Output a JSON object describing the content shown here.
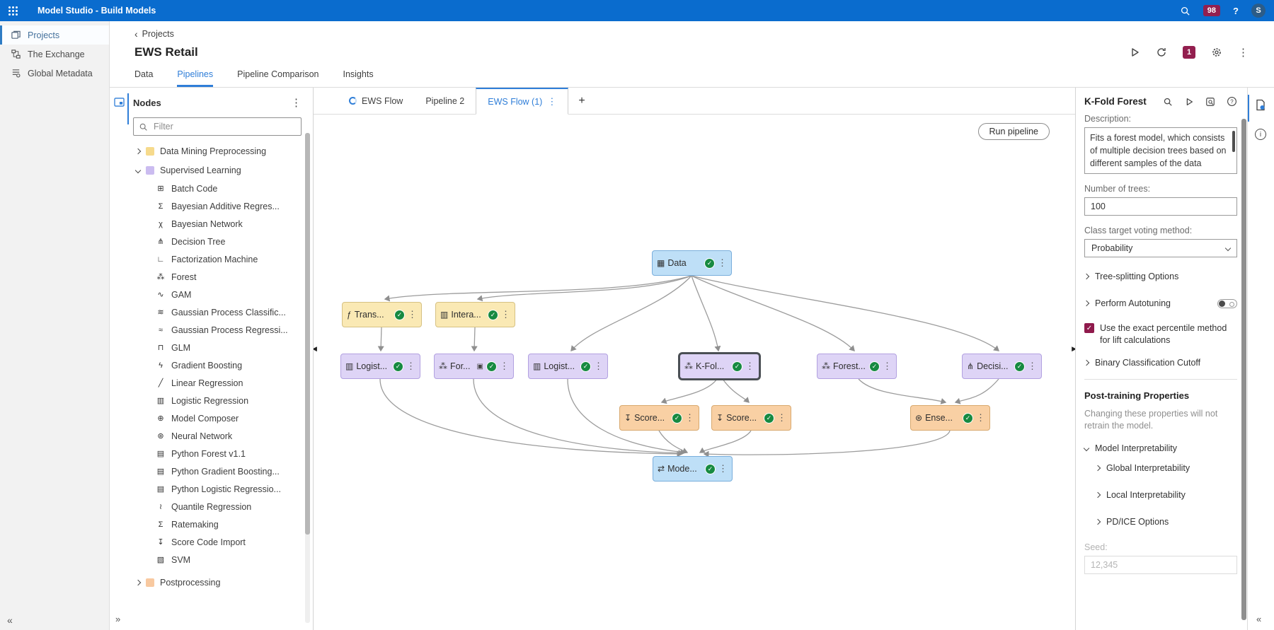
{
  "app_bar": {
    "title": "Model Studio - Build Models",
    "notification_count": "98",
    "avatar": "S"
  },
  "glyphs": {
    "check": "✓",
    "kebab": "⋮",
    "help": "?",
    "back": "‹",
    "collapse_left": "«",
    "expand_right": "»",
    "add": "+"
  },
  "left_nav": {
    "items": [
      {
        "label": "Projects"
      },
      {
        "label": "The Exchange"
      },
      {
        "label": "Global Metadata"
      }
    ]
  },
  "header": {
    "breadcrumb": "Projects",
    "title": "EWS Retail",
    "queue_badge": "1",
    "tabs": [
      "Data",
      "Pipelines",
      "Pipeline Comparison",
      "Insights"
    ]
  },
  "nodes_panel": {
    "title": "Nodes",
    "filter_placeholder": "Filter",
    "groups": [
      {
        "label": "Data Mining Preprocessing",
        "color": "#F6DA8C",
        "expanded": false
      },
      {
        "label": "Supervised Learning",
        "color": "#CBBCF0",
        "expanded": true,
        "items": [
          {
            "icon": "⊞",
            "label": "Batch Code"
          },
          {
            "icon": "Σ",
            "label": "Bayesian Additive Regres..."
          },
          {
            "icon": "χ",
            "label": "Bayesian Network"
          },
          {
            "icon": "⋔",
            "label": "Decision Tree"
          },
          {
            "icon": "∟",
            "label": "Factorization Machine"
          },
          {
            "icon": "⁂",
            "label": "Forest"
          },
          {
            "icon": "∿",
            "label": "GAM"
          },
          {
            "icon": "≋",
            "label": "Gaussian Process Classific..."
          },
          {
            "icon": "≈",
            "label": "Gaussian Process Regressi..."
          },
          {
            "icon": "⊓",
            "label": "GLM"
          },
          {
            "icon": "ϟ",
            "label": "Gradient Boosting"
          },
          {
            "icon": "╱",
            "label": "Linear Regression"
          },
          {
            "icon": "▥",
            "label": "Logistic Regression"
          },
          {
            "icon": "⊕",
            "label": "Model Composer"
          },
          {
            "icon": "⊛",
            "label": "Neural Network"
          },
          {
            "icon": "▤",
            "label": "Python Forest v1.1"
          },
          {
            "icon": "▤",
            "label": "Python Gradient Boosting..."
          },
          {
            "icon": "▤",
            "label": "Python Logistic Regressio..."
          },
          {
            "icon": "≀",
            "label": "Quantile Regression"
          },
          {
            "icon": "Ʃ",
            "label": "Ratemaking"
          },
          {
            "icon": "↧",
            "label": "Score Code Import"
          },
          {
            "icon": "▧",
            "label": "SVM"
          }
        ]
      },
      {
        "label": "Postprocessing",
        "color": "#F8C9A0",
        "expanded": false
      }
    ]
  },
  "pipeline_bar": {
    "tabs": [
      {
        "label": "EWS Flow",
        "running": true
      },
      {
        "label": "Pipeline 2",
        "running": false
      },
      {
        "label": "EWS Flow (1)",
        "running": false,
        "active": true
      }
    ],
    "run_button": "Run pipeline"
  },
  "flow": {
    "nodes": [
      {
        "label": "Data",
        "icon": "▦",
        "color": "blue"
      },
      {
        "label": "Trans...",
        "icon": "ƒ",
        "color": "yellow"
      },
      {
        "label": "Intera...",
        "icon": "▥",
        "color": "yellow"
      },
      {
        "label": "Logist...",
        "icon": "▥",
        "color": "purple"
      },
      {
        "label": "For...",
        "icon": "⁂",
        "color": "purple",
        "badge": "▣"
      },
      {
        "label": "Logist...",
        "icon": "▥",
        "color": "purple"
      },
      {
        "label": "K-Fol...",
        "icon": "⁂",
        "color": "purple",
        "selected": true
      },
      {
        "label": "Forest...",
        "icon": "⁂",
        "color": "purple"
      },
      {
        "label": "Decisi...",
        "icon": "⋔",
        "color": "purple"
      },
      {
        "label": "Score...",
        "icon": "↧",
        "color": "orange"
      },
      {
        "label": "Score...",
        "icon": "↧",
        "color": "orange"
      },
      {
        "label": "Ense...",
        "icon": "⊛",
        "color": "orange"
      },
      {
        "label": "Mode...",
        "icon": "⇄",
        "color": "blue"
      }
    ]
  },
  "properties": {
    "title": "K-Fold Forest",
    "description_label": "Description:",
    "description": "Fits a forest model, which consists of multiple decision trees based on different samples of the data",
    "trees_label": "Number of trees:",
    "trees_value": "100",
    "voting_label": "Class target voting method:",
    "voting_value": "Probability",
    "tree_splitting": "Tree-splitting Options",
    "autotuning": "Perform Autotuning",
    "exact_percentile": "Use the exact percentile method for lift calculations",
    "binary_cutoff": "Binary Classification Cutoff",
    "post_training_title": "Post-training Properties",
    "post_training_note": "Changing these properties will not retrain the model.",
    "model_interpretability": "Model Interpretability",
    "global_interpretability": "Global Interpretability",
    "local_interpretability": "Local Interpretability",
    "pdice": "PD/ICE Options",
    "seed_label": "Seed:",
    "seed_value": "12,345"
  }
}
